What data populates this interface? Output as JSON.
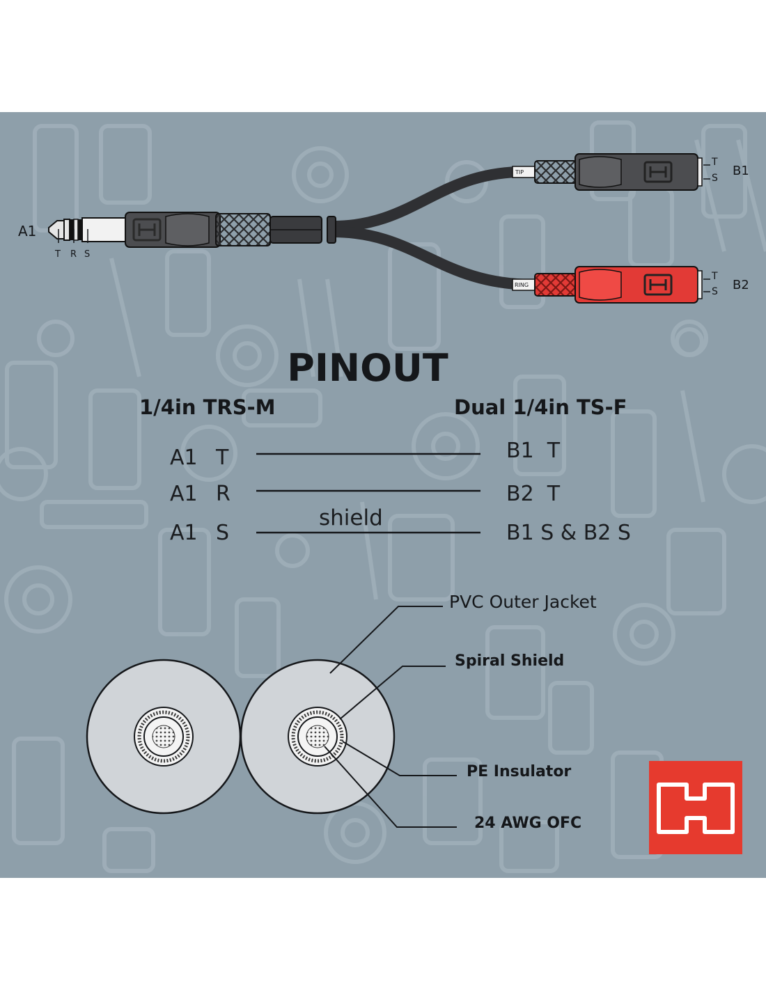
{
  "colors": {
    "background": "#8e9faa",
    "pattern": "#a2b1bb",
    "text": "#15171a",
    "connector_dark": "#4c4d50",
    "connector_red": "#e23a36",
    "brand": "#e63a2e"
  },
  "connectors": {
    "a1": {
      "label": "A1",
      "pins": [
        "T",
        "R",
        "S"
      ]
    },
    "b1": {
      "label": "B1",
      "pins": [
        "T",
        "S"
      ],
      "wire_tag": "TIP"
    },
    "b2": {
      "label": "B2",
      "pins": [
        "T",
        "S"
      ],
      "wire_tag": "RING"
    }
  },
  "pinout": {
    "title": "PINOUT",
    "left_header": "1/4in TRS-M",
    "right_header": "Dual 1/4in TS-F",
    "rows": [
      {
        "left_conn": "A1",
        "left_pin": "T",
        "right": "B1  T",
        "note": ""
      },
      {
        "left_conn": "A1",
        "left_pin": "R",
        "right": "B2  T",
        "note": ""
      },
      {
        "left_conn": "A1",
        "left_pin": "S",
        "right": "B1 S & B2 S",
        "note": "shield"
      }
    ]
  },
  "cross_section": {
    "callouts": [
      {
        "label": "PVC Outer Jacket"
      },
      {
        "label": "Spiral Shield"
      },
      {
        "label": "PE Insulator"
      },
      {
        "label": "24 AWG OFC"
      }
    ]
  },
  "logo": {
    "icon": "hosa-logo-icon"
  }
}
